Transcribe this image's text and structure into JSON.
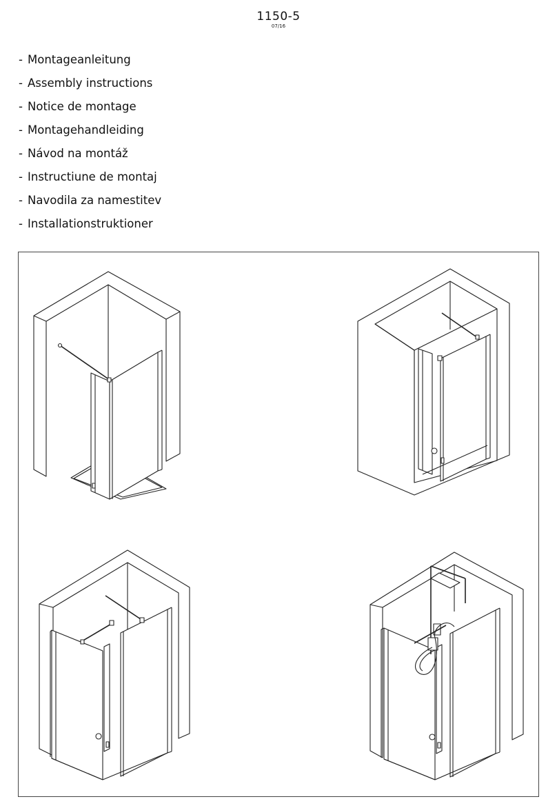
{
  "header": {
    "doc_number": "1150-5",
    "doc_date": "07/16"
  },
  "languages": [
    "Montageanleitung",
    "Assembly instructions",
    "Notice de montage",
    "Montagehandleiding",
    "Návod na montáž",
    "Instructiune de montaj",
    "Navodila za namestitev",
    "Installationstruktioner"
  ],
  "list_bullet": "-",
  "figures": [
    {
      "name": "corner-enclosure-fixed-side",
      "icon": "shower-enclosure-icon"
    },
    {
      "name": "niche-enclosure-door",
      "icon": "shower-enclosure-icon"
    },
    {
      "name": "three-sided-walk-in",
      "icon": "shower-enclosure-icon"
    },
    {
      "name": "walk-in-with-shower-column",
      "icon": "shower-enclosure-icon"
    }
  ]
}
